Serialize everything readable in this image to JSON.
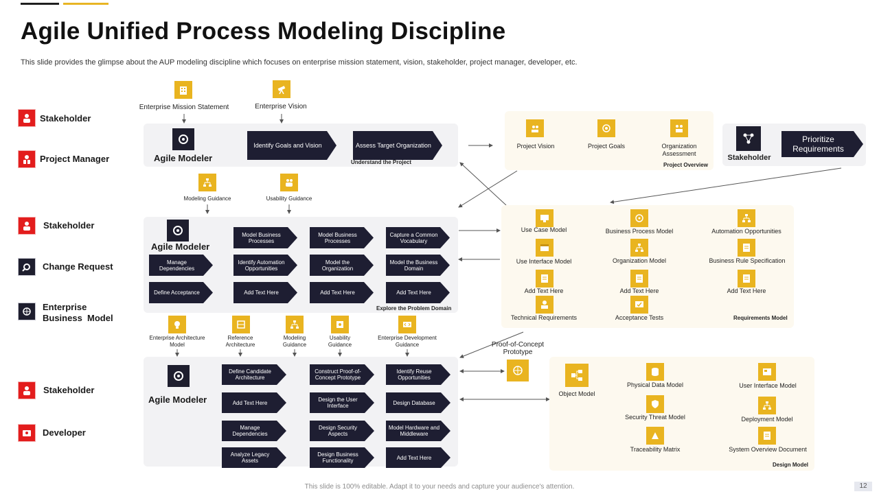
{
  "title": "Agile Unified Process Modeling Discipline",
  "subtitle": "This slide provides the glimpse about the AUP  modeling discipline which focuses on enterprise mission statement, vision, stakeholder, project manager, developer, etc.",
  "footer": "This slide is 100% editable. Adapt it to your needs and capture your audience's attention.",
  "page_number": "12",
  "roles": [
    "Stakeholder",
    "Project Manager",
    "Stakeholder",
    "Change Request",
    "Enterprise\nBusiness  Model",
    "Stakeholder",
    "Developer"
  ],
  "top_inputs": [
    "Enterprise Mission Statement",
    "Enterprise Vision"
  ],
  "agile_modeler": "Agile Modeler",
  "section1": {
    "arrows": [
      "Identify Goals and Vision",
      "Assess Target Organization"
    ],
    "caption": "Understand the Project"
  },
  "guidance1": [
    "Modeling  Guidance",
    "Usability  Guidance"
  ],
  "section2": {
    "arrows": [
      "Model Business Processes",
      "Model Business Processes",
      "Capture  a Common Vocabulary",
      "Manage Dependencies",
      "Identify Automation Opportunities",
      "Model  the Organization",
      "Model  the Business  Domain",
      "Define Acceptance",
      "Add Text Here",
      "Add Text Here",
      "Add Text Here"
    ],
    "caption": "Explore the Problem Domain"
  },
  "guidance2": [
    "Enterprise Architecture  Model",
    "Reference Architecture",
    "Modeling Guidance",
    "Usability Guidance",
    "Enterprise Development  Guidance"
  ],
  "section3": {
    "arrows": [
      "Define Candidate Architecture",
      "Construct Proof-of-Concept Prototype",
      "Identify Reuse Opportunities",
      "Add Text Here",
      "Design the User Interface",
      "Design Database",
      "Manage Dependencies",
      "Design Security Aspects",
      "Model Hardware and Middleware",
      "Analyze Legacy Assets",
      "Design Business Functionality",
      "Add Text Here"
    ]
  },
  "project_overview": {
    "items": [
      "Project Vision",
      "Project Goals",
      "Organization Assessment"
    ],
    "caption": "Project Overview"
  },
  "stakeholder_box": {
    "label": "Stakeholder",
    "arrow": "Prioritize Requirements"
  },
  "requirements_model": {
    "items": [
      "Use Case Model",
      "Business Process Model",
      "Automation Opportunities",
      "Use Interface Model",
      "Organization Model",
      "Business Rule Specification",
      "Add Text Here",
      "Add Text Here",
      "Add Text Here",
      "Technical Requirements",
      "Acceptance Tests"
    ],
    "caption": "Requirements Model"
  },
  "poc": "Proof-of-Concept Prototype",
  "design_model": {
    "items": [
      "Object Model",
      "Physical Data Model",
      "User Interface Model",
      "Security Threat Model",
      "Deployment Model",
      "Traceability Matrix",
      "System Overview Document"
    ],
    "caption": "Design Model"
  },
  "colors": {
    "accent": "#e9b420",
    "dark": "#1e1e32",
    "red": "#e31d1d",
    "panel": "#f2f2f4",
    "cream": "#fdf9ef"
  }
}
